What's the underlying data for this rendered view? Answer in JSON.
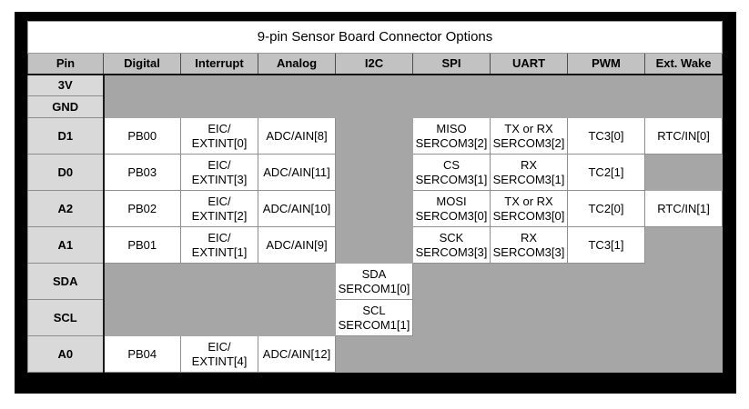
{
  "title": "9-pin Sensor Board Connector Options",
  "colors": {
    "frame": "#000000",
    "title_bg": "#ffffff",
    "header_bg": "#c2c2c2",
    "pin_column_bg": "#d9d9d9",
    "filled_cell_bg": "#ffffff",
    "empty_cell_bg": "#a6a6a6",
    "grid_border": "#8e8e8e",
    "strong_border": "#1a1a1a"
  },
  "table": {
    "columns": [
      "Pin",
      "Digital",
      "Interrupt",
      "Analog",
      "I2C",
      "SPI",
      "UART",
      "PWM",
      "Ext. Wake"
    ],
    "rows": [
      {
        "pin": "3V",
        "cells": [
          "",
          "",
          "",
          "",
          "",
          "",
          "",
          ""
        ]
      },
      {
        "pin": "GND",
        "cells": [
          "",
          "",
          "",
          "",
          "",
          "",
          "",
          ""
        ]
      },
      {
        "pin": "D1",
        "cells": [
          "PB00",
          "EIC/\nEXTINT[0]",
          "ADC/AIN[8]",
          "",
          "MISO\nSERCOM3[2]",
          "TX or RX\nSERCOM3[2]",
          "TC3[0]",
          "RTC/IN[0]"
        ]
      },
      {
        "pin": "D0",
        "cells": [
          "PB03",
          "EIC/\nEXTINT[3]",
          "ADC/AIN[11]",
          "",
          "CS\nSERCOM3[1]",
          "RX\nSERCOM3[1]",
          "TC2[1]",
          ""
        ]
      },
      {
        "pin": "A2",
        "cells": [
          "PB02",
          "EIC/\nEXTINT[2]",
          "ADC/AIN[10]",
          "",
          "MOSI\nSERCOM3[0]",
          "TX or RX\nSERCOM3[0]",
          "TC2[0]",
          "RTC/IN[1]"
        ]
      },
      {
        "pin": "A1",
        "cells": [
          "PB01",
          "EIC/\nEXTINT[1]",
          "ADC/AIN[9]",
          "",
          "SCK\nSERCOM3[3]",
          "RX\nSERCOM3[3]",
          "TC3[1]",
          ""
        ]
      },
      {
        "pin": "SDA",
        "cells": [
          "",
          "",
          "",
          "SDA\nSERCOM1[0]",
          "",
          "",
          "",
          ""
        ]
      },
      {
        "pin": "SCL",
        "cells": [
          "",
          "",
          "",
          "SCL\nSERCOM1[1]",
          "",
          "",
          "",
          ""
        ]
      },
      {
        "pin": "A0",
        "cells": [
          "PB04",
          "EIC/\nEXTINT[4]",
          "ADC/AIN[12]",
          "",
          "",
          "",
          "",
          ""
        ]
      }
    ]
  }
}
